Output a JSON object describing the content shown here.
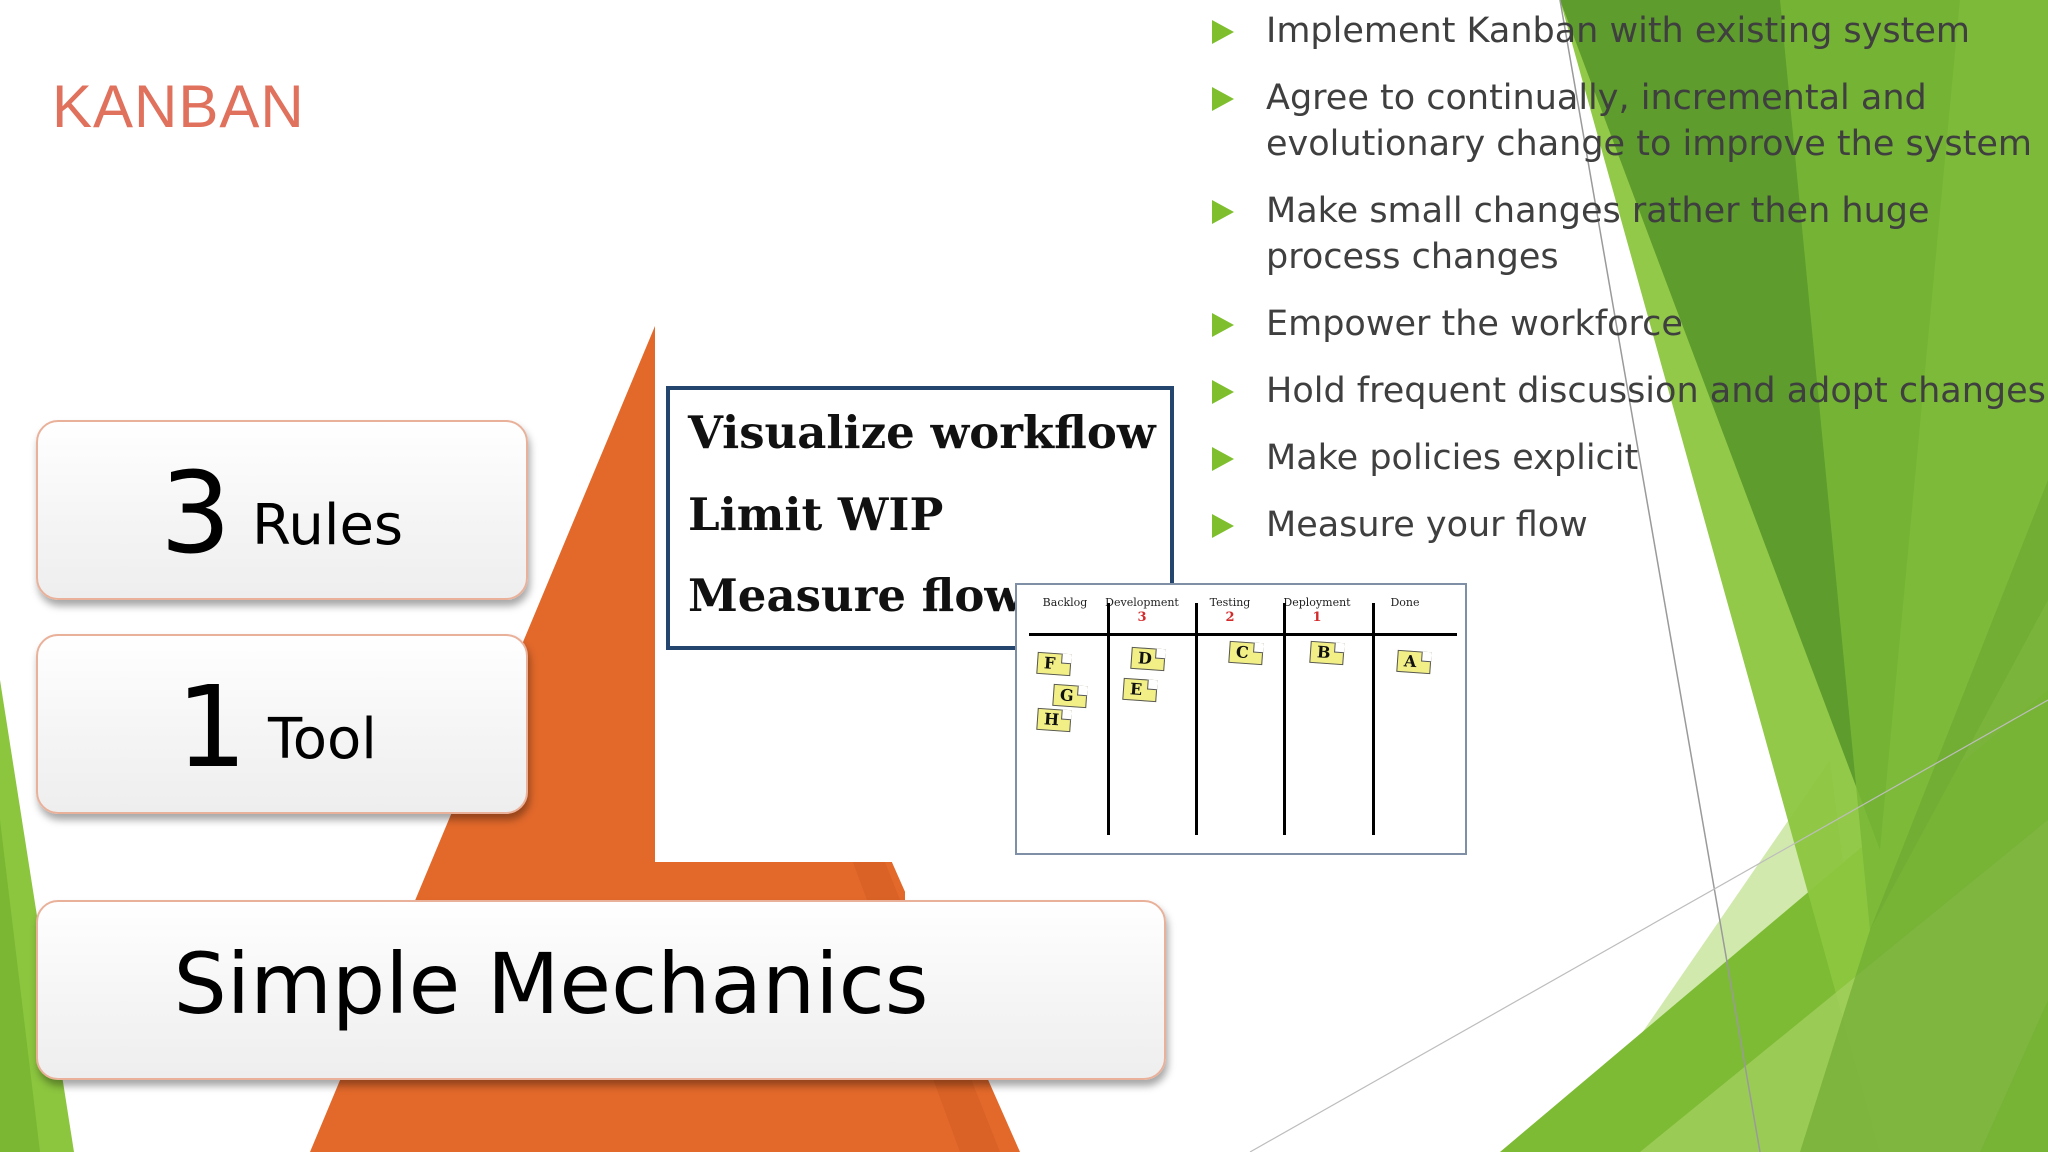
{
  "slide": {
    "title": "KANBAN",
    "colors": {
      "title": "#e0715d",
      "accent_green": "#7fbf2e",
      "pyramid": "#e3692b"
    }
  },
  "bullets": [
    "Implement Kanban with existing system",
    "Agree to continually, incremental and evolutionary  change to improve the system",
    "Make small changes rather then huge process changes",
    "Empower the workforce",
    "Hold frequent discussion and adopt changes",
    "Make policies explicit",
    "Measure your flow"
  ],
  "pyramid": {
    "rules": {
      "number": "3",
      "label": "Rules"
    },
    "tool": {
      "number": "1",
      "label": "Tool"
    },
    "mechanics": "Simple Mechanics"
  },
  "rules_card": [
    "Visualize workflow",
    "Limit WIP",
    "Measure flow"
  ],
  "board": {
    "columns": [
      {
        "name": "Backlog",
        "limit": ""
      },
      {
        "name": "Development",
        "limit": "3"
      },
      {
        "name": "Testing",
        "limit": "2"
      },
      {
        "name": "Deployment",
        "limit": "1"
      },
      {
        "name": "Done",
        "limit": ""
      }
    ],
    "cards": [
      "F",
      "G",
      "H",
      "D",
      "E",
      "C",
      "B",
      "A"
    ]
  }
}
